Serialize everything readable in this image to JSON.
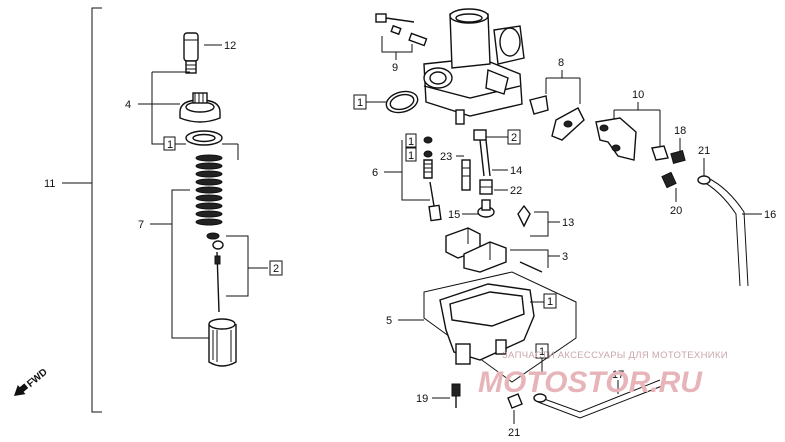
{
  "callouts": {
    "c1": "1",
    "c2": "2",
    "c3": "3",
    "c4": "4",
    "c5": "5",
    "c6": "6",
    "c7": "7",
    "c8": "8",
    "c9": "9",
    "c10": "10",
    "c11": "11",
    "c12": "12",
    "c13": "13",
    "c14": "14",
    "c15": "15",
    "c16": "16",
    "c17": "17",
    "c18": "18",
    "c19": "19",
    "c20": "20",
    "c21": "21",
    "c22": "22",
    "c23": "23"
  },
  "boxed": {
    "b1": "1",
    "b2": "2"
  },
  "direction": "FWD",
  "watermark": {
    "tagline": "ЗАПЧАСТИ АКСЕССУАРЫ ДЛЯ МОТОТЕХНИКИ",
    "brand": "MOTOSTOR.RU"
  },
  "colors": {
    "line": "#111111",
    "watermark": "#e7b4b9"
  }
}
